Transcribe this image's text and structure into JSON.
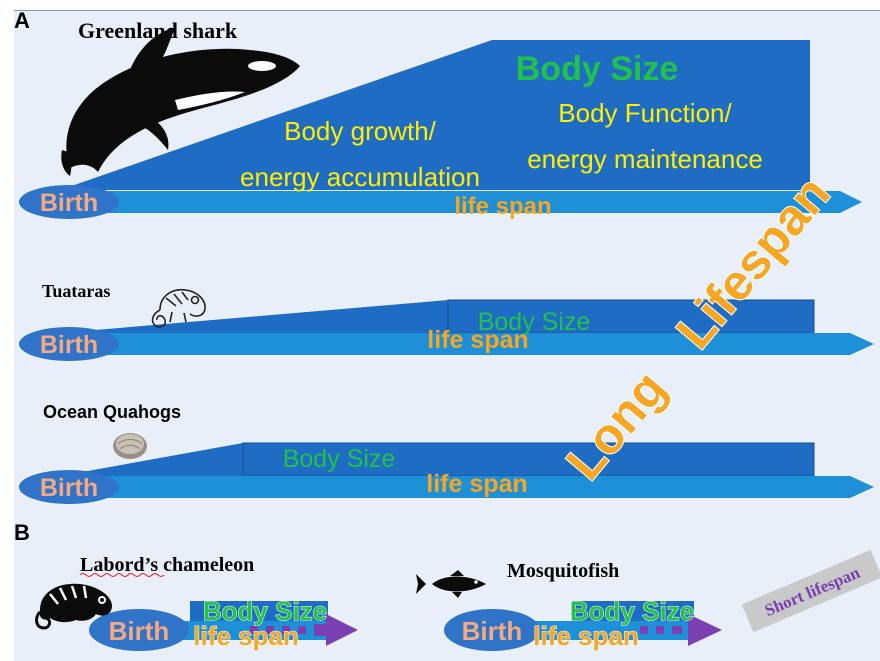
{
  "panel_a": {
    "label": "A",
    "rows": [
      {
        "organism": "Greenland shark",
        "birth": "Birth",
        "body_size": "Body Size",
        "growth": [
          "Body growth/",
          "energy accumulation"
        ],
        "function": [
          "Body Function/",
          "energy maintenance"
        ],
        "life_span": "life span"
      },
      {
        "organism": "Tuataras",
        "birth": "Birth",
        "body_size": "Body Size",
        "life_span": "life span"
      },
      {
        "organism": "Ocean Quahogs",
        "birth": "Birth",
        "body_size": "Body Size",
        "life_span": "life span"
      }
    ],
    "long_label": "Long",
    "lifespan_label": "Lifespan"
  },
  "panel_b": {
    "label": "B",
    "rows": [
      {
        "organism": "Labord’s chameleon",
        "birth": "Birth",
        "body_size": "Body Size",
        "life_span": "life span"
      },
      {
        "organism": "Mosquitofish",
        "birth": "Birth",
        "body_size": "Body Size",
        "life_span": "life span"
      }
    ],
    "short_label": "Short lifespan"
  },
  "colors": {
    "arrow": "#1e90d8",
    "block": "#1f6cc4",
    "birth_fill": "#2f74c8",
    "birth_text": "#f4a983",
    "yellow": "#ffee00",
    "green": "#22c24a",
    "orange": "#f6a623",
    "purple": "#7a3fb0"
  },
  "icons": [
    "orca-icon",
    "chameleon-outline-icon",
    "clam-icon",
    "chameleon-icon",
    "fish-icon"
  ]
}
